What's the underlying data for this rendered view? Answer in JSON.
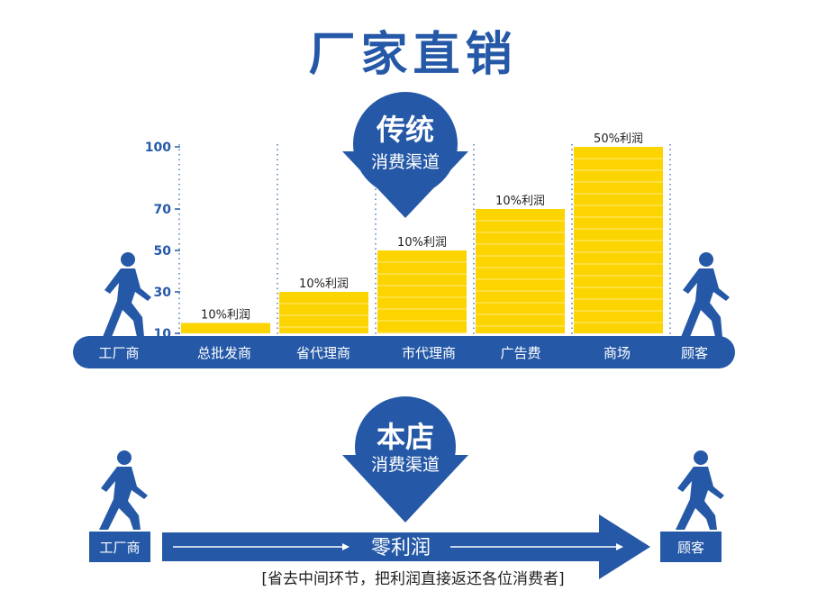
{
  "title": "厂家直销",
  "colors": {
    "blue": "#2559a7",
    "yellow": "#fcd400",
    "stripe": "#ffe566",
    "white": "#ffffff",
    "text": "#222222"
  },
  "traditional": {
    "badge_line1": "传统",
    "badge_line2": "消费渠道",
    "start_label": "工厂商",
    "end_label": "顾客",
    "chart_data": {
      "type": "bar",
      "categories": [
        "总批发商",
        "省代理商",
        "市代理商",
        "广告费",
        "商场"
      ],
      "values": [
        15,
        30,
        50,
        70,
        100
      ],
      "data_labels": [
        "10%利润",
        "10%利润",
        "10%利润",
        "10%利润",
        "50%利润"
      ],
      "yticks": [
        10,
        30,
        50,
        70,
        100
      ],
      "ylim": [
        10,
        100
      ],
      "grid": "dotted vertical"
    }
  },
  "store": {
    "badge_line1": "本店",
    "badge_line2": "消费渠道",
    "start_label": "工厂商",
    "end_label": "顾客",
    "arrow_label": "零利润",
    "caption": "[省去中间环节，把利润直接返还各位消费者]"
  },
  "icons": [
    "walking-person-icon",
    "walking-person-icon",
    "walking-person-icon",
    "walking-person-icon"
  ]
}
